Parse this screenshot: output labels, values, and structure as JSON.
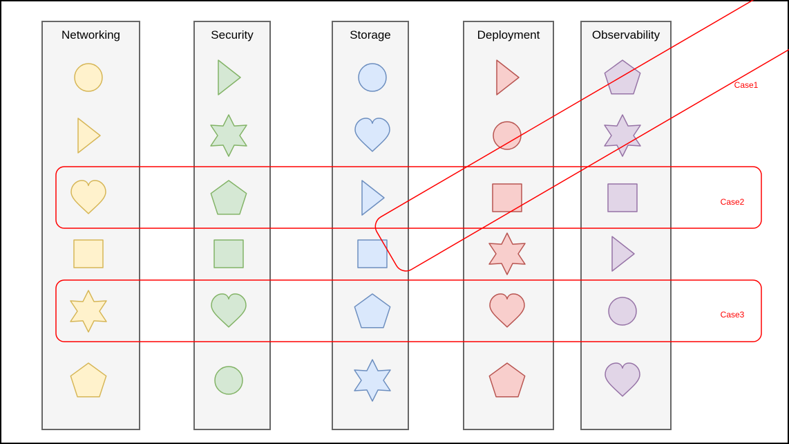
{
  "colors": {
    "frame": "#000000",
    "lane_fill": "#f5f5f5",
    "lane_stroke": "#666666",
    "highlight": "#ff0000",
    "yellow": {
      "fill": "#fff2cc",
      "stroke": "#d6b656"
    },
    "green": {
      "fill": "#d5e8d4",
      "stroke": "#82b366"
    },
    "blue": {
      "fill": "#dae8fc",
      "stroke": "#6c8ebf"
    },
    "red": {
      "fill": "#f8cecc",
      "stroke": "#b85450"
    },
    "purple": {
      "fill": "#e1d5e7",
      "stroke": "#9673a6"
    }
  },
  "lanes": [
    {
      "title": "Networking",
      "color": "yellow",
      "shapes": [
        "circle",
        "triangle",
        "heart",
        "square",
        "star",
        "pentagon"
      ]
    },
    {
      "title": "Security",
      "color": "green",
      "shapes": [
        "triangle",
        "star",
        "pentagon",
        "square",
        "heart",
        "circle"
      ]
    },
    {
      "title": "Storage",
      "color": "blue",
      "shapes": [
        "circle",
        "heart",
        "triangle",
        "square",
        "pentagon",
        "star"
      ]
    },
    {
      "title": "Deployment",
      "color": "red",
      "shapes": [
        "triangle",
        "circle",
        "square",
        "star",
        "heart",
        "pentagon"
      ]
    },
    {
      "title": "Observability",
      "color": "purple",
      "shapes": [
        "pentagon",
        "star",
        "square",
        "triangle",
        "circle",
        "heart"
      ]
    }
  ],
  "cases": [
    {
      "label": "Case1",
      "kind": "diagonal"
    },
    {
      "label": "Case2",
      "kind": "row",
      "row": 3
    },
    {
      "label": "Case3",
      "kind": "row",
      "row": 5
    }
  ]
}
